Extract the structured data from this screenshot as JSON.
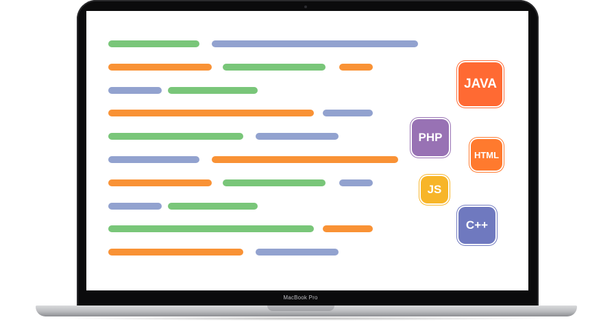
{
  "device": {
    "brand_label": "MacBook Pro"
  },
  "code_lines": [
    [
      {
        "color": "green"
      },
      {
        "color": "blue"
      }
    ],
    [
      {
        "color": "orange"
      },
      {
        "color": "green"
      },
      {
        "color": "orange"
      }
    ],
    [
      {
        "color": "blue"
      },
      {
        "color": "green"
      }
    ],
    [
      {
        "color": "orange"
      },
      {
        "color": "blue"
      }
    ],
    [
      {
        "color": "green"
      },
      {
        "color": "blue"
      }
    ],
    [
      {
        "color": "blue"
      },
      {
        "color": "orange"
      }
    ],
    [
      {
        "color": "orange"
      },
      {
        "color": "green"
      },
      {
        "color": "blue"
      }
    ],
    [
      {
        "color": "blue"
      },
      {
        "color": "green"
      }
    ],
    [
      {
        "color": "green"
      },
      {
        "color": "orange"
      }
    ],
    [
      {
        "color": "orange"
      },
      {
        "color": "blue"
      }
    ]
  ],
  "colors": {
    "green": "#79c679",
    "blue": "#92a2cf",
    "orange": "#f99235"
  },
  "languages": {
    "java": {
      "label": "JAVA",
      "color": "#ff6a33",
      "ring": "#ff6a33"
    },
    "php": {
      "label": "PHP",
      "color": "#9872b4",
      "ring": "#9872b4"
    },
    "html": {
      "label": "HTML",
      "color": "#ff7a2e",
      "ring": "#ff7a2e"
    },
    "js": {
      "label": "JS",
      "color": "#f7b529",
      "ring": "#f7b529"
    },
    "cpp": {
      "label": "C++",
      "color": "#6f79bf",
      "ring": "#6f79bf"
    }
  }
}
